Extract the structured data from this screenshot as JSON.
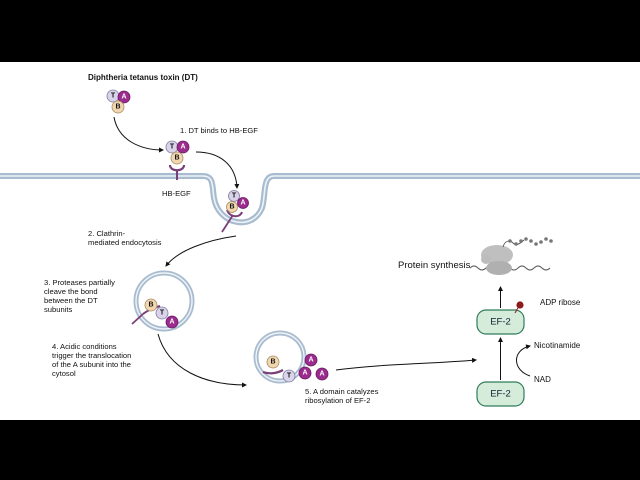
{
  "title": "Diphtheria tetanus toxin (DT)",
  "receptor_label": "HB-EGF",
  "steps": [
    {
      "lines": [
        "1. DT binds to HB-EGF"
      ]
    },
    {
      "lines": [
        "2. Clathrin-",
        "mediated endocytosis"
      ]
    },
    {
      "lines": [
        "3. Proteases partially",
        "cleave the bond",
        "between the DT",
        "subunits"
      ]
    },
    {
      "lines": [
        "4. Acidic conditions",
        "trigger the translocation",
        "of the A subunit into the",
        "cytosol"
      ]
    },
    {
      "lines": [
        "5. A domain catalyzes",
        "ribosylation of EF-2"
      ]
    }
  ],
  "domains": {
    "t": "T",
    "a": "A",
    "b": "B"
  },
  "ef2_label": "EF-2",
  "adp_ribose_label": "ADP ribose",
  "nicotinamide_label": "Nicotinamide",
  "nad_label": "NAD",
  "protein_synthesis_label": "Protein synthesis",
  "colors": {
    "background": "#ffffff",
    "letterbox": "#000000",
    "membrane": "#a9bccf",
    "t_domain": "#d9d4ea",
    "a_domain": "#9b2c8e",
    "b_domain": "#f1d7b0",
    "ef2_fill": "#d4ecd9",
    "ef2_stroke": "#2f7d5a",
    "adp_ribose": "#8c1c1c",
    "ribosome": "#bfbfbf"
  }
}
